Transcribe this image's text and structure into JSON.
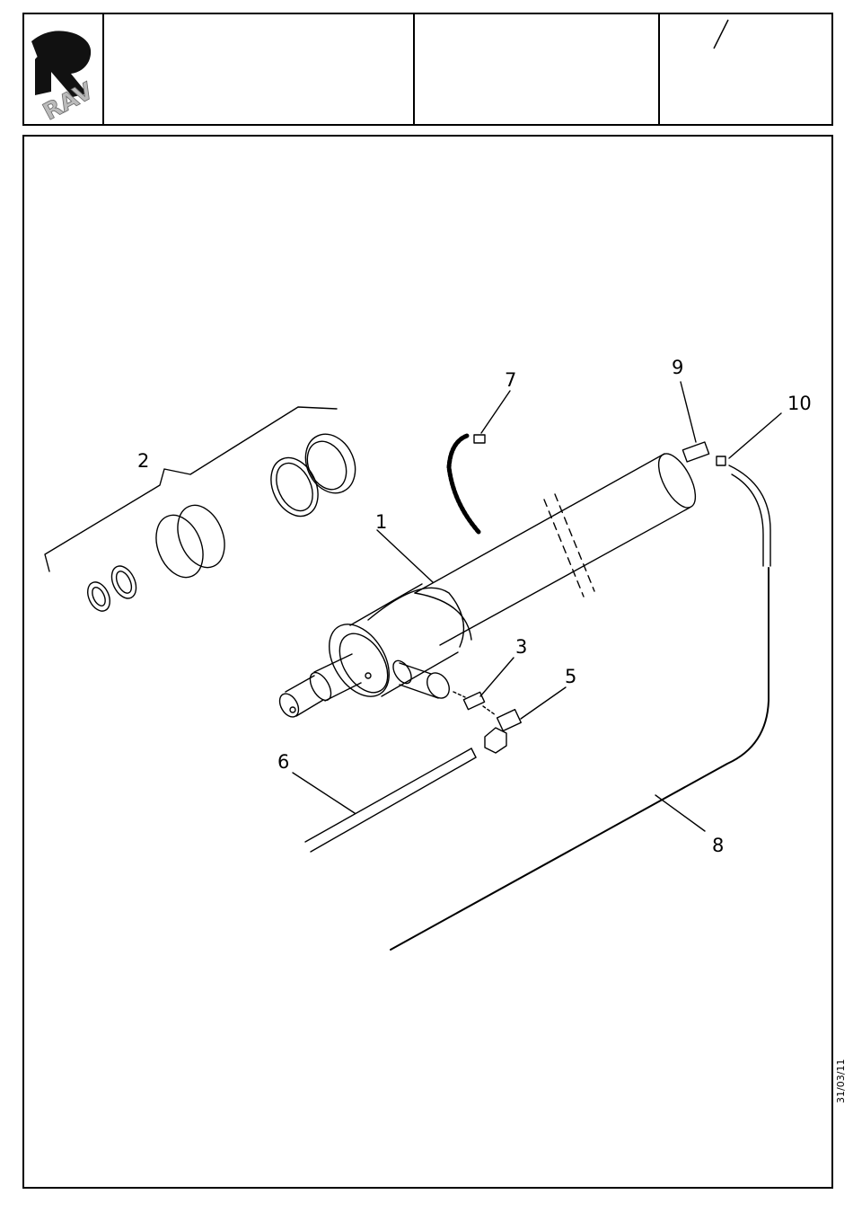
{
  "header": {
    "logo_text": "RAV",
    "title": "",
    "code": "",
    "page": ""
  },
  "callouts": {
    "c1": "1",
    "c2": "2",
    "c3": "3",
    "c5": "5",
    "c6": "6",
    "c7": "7",
    "c8": "8",
    "c9": "9",
    "c10": "10"
  },
  "footer": {
    "date": "31/03/11"
  }
}
